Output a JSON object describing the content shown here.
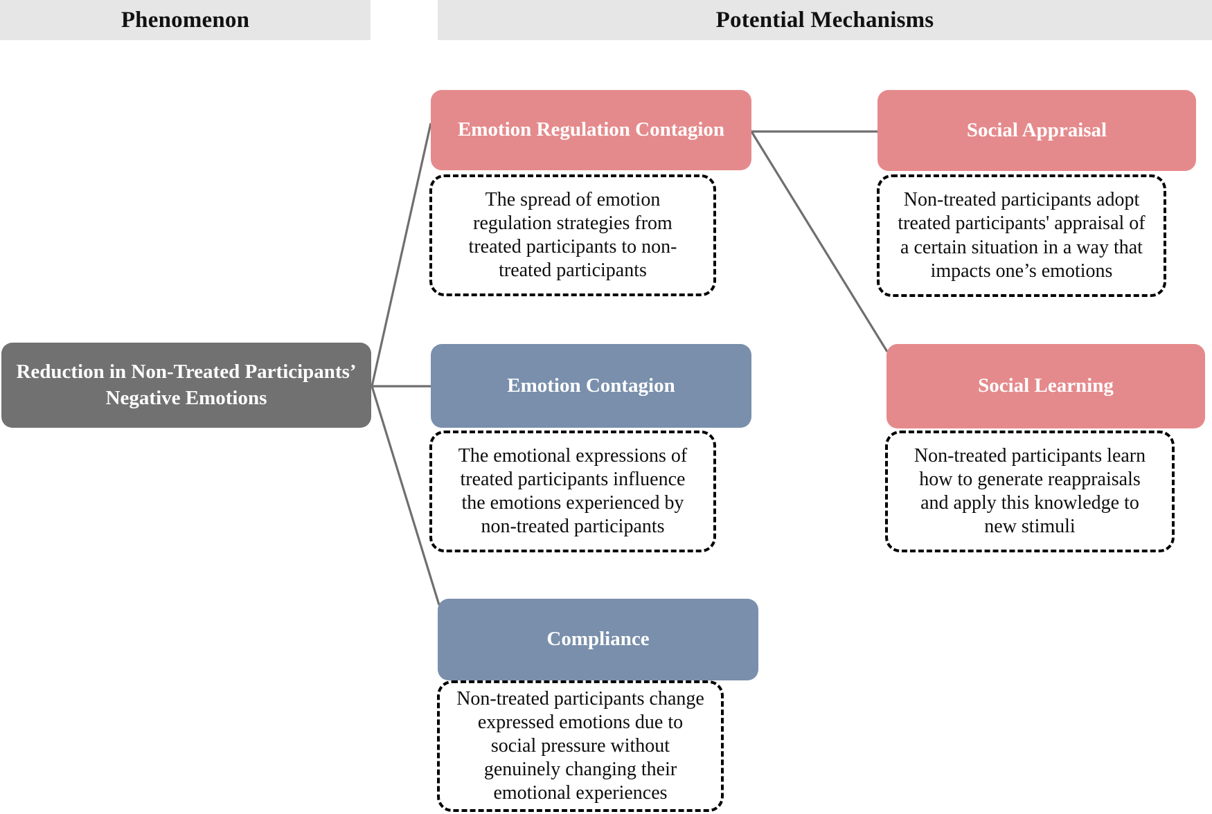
{
  "headers": {
    "phenomenon": "Phenomenon",
    "mechanisms": "Potential Mechanisms"
  },
  "root": {
    "label": "Reduction in Non-Treated Participants’ Negative Emotions",
    "color": "#717171"
  },
  "colors": {
    "pink": "#e58a8c",
    "blue": "#798fac",
    "gray": "#717171",
    "band": "#e6e6e6",
    "connector": "#6f6f6f",
    "dashed_border": "#000000"
  },
  "mechanisms": [
    {
      "id": "emotion-regulation-contagion",
      "title": "Emotion Regulation Contagion",
      "color": "#e58a8c",
      "description": "The spread of emotion regulation strategies from treated participants to non-treated participants"
    },
    {
      "id": "social-appraisal",
      "title": "Social Appraisal",
      "color": "#e58a8c",
      "description": "Non-treated participants adopt treated participants' appraisal of a certain situation in a way that impacts one’s emotions"
    },
    {
      "id": "emotion-contagion",
      "title": "Emotion Contagion",
      "color": "#798fac",
      "description": "The emotional expressions of treated participants influence the emotions experienced by non-treated participants"
    },
    {
      "id": "social-learning",
      "title": "Social Learning",
      "color": "#e58a8c",
      "description": "Non-treated participants learn how to generate reappraisals and apply this knowledge to new stimuli"
    },
    {
      "id": "compliance",
      "title": "Compliance",
      "color": "#798fac",
      "description": "Non-treated participants change expressed emotions due to social pressure without genuinely changing their emotional experiences"
    }
  ],
  "connections": [
    {
      "from": "root",
      "to": "emotion-regulation-contagion"
    },
    {
      "from": "root",
      "to": "emotion-contagion"
    },
    {
      "from": "root",
      "to": "compliance"
    },
    {
      "from": "emotion-regulation-contagion",
      "to": "social-appraisal"
    },
    {
      "from": "emotion-regulation-contagion",
      "to": "social-learning"
    }
  ]
}
